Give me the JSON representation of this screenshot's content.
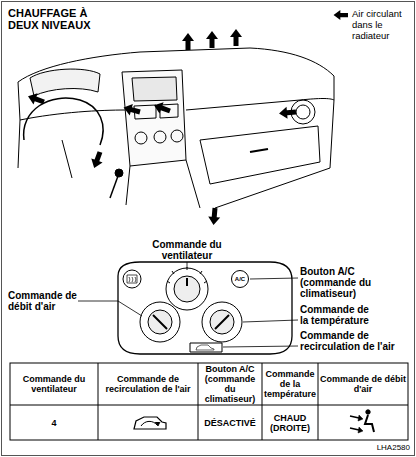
{
  "diagram": {
    "title": "CHAUFFAGE À DEUX NIVEAUX",
    "nodes": [
      {
        "text": [
          "A/C"
        ]
      }
    ],
    "labels": [
      "Commande du ventilateur",
      "Bouton A/C (commande du climatiseur)",
      "Commande de débit d'air",
      "Commande de la température",
      "Commande de recirculation de l'air",
      "Commande du ventilateur",
      "Commande de recirculation de l'air",
      "Bouton A/C (commande du climatiseur)",
      "Commande de la température",
      "Commande de débit d'air",
      "4",
      "DÉSACTIVÉ",
      "CHAUD (DROITE)",
      "LHA2580"
    ],
    "legend": [
      {
        "text": "Air circulant dans le radiateur"
      }
    ]
  }
}
